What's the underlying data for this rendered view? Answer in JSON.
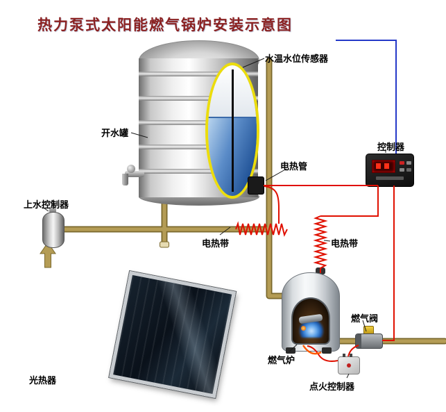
{
  "title": "热力泵式太阳能燃气锅炉安装示意图",
  "labels": {
    "sensor": "水温水位传感器",
    "boiling_tank": "开水罐",
    "heater_tube": "电热管",
    "controller": "控制器",
    "water_supply_controller": "上水控制器",
    "heat_tape_pipe": "电热带",
    "heat_tape_boiler": "电热带",
    "solar_collector": "光热器",
    "gas_boiler": "燃气炉",
    "gas_valve": "燃气阀",
    "ignition_controller": "点火控制器"
  },
  "colors": {
    "title_text": "#8b2121",
    "label_text": "#000000",
    "pipe_light": "#b49c55",
    "pipe_dark": "#7a682d",
    "wire_red": "#e01000",
    "wire_orange": "#ff5a00",
    "wire_blue": "#2438c8",
    "cutaway_ring": "#ecdd0c",
    "water_fill": "#1d4f94"
  }
}
